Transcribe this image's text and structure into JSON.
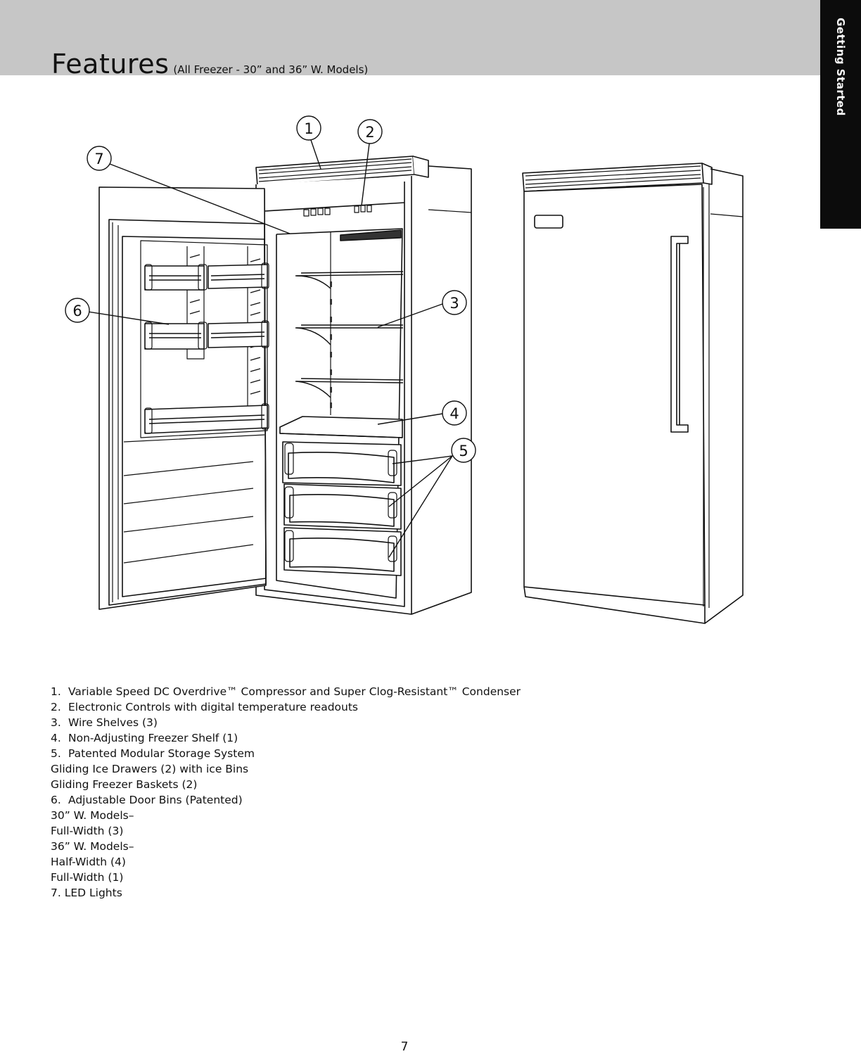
{
  "header": {
    "title": "Features",
    "subtitle": "(All Freezer - 30” and 36” W. Models)"
  },
  "side_tab": {
    "label": "Getting Started"
  },
  "callouts": [
    "1",
    "2",
    "3",
    "4",
    "5",
    "6",
    "7"
  ],
  "features": [
    {
      "num": "1.",
      "text": "Variable Speed DC Overdrive™ Compressor and Super Clog-Resistant™ Condenser"
    },
    {
      "num": "2.",
      "text": "Electronic Controls with digital temperature readouts"
    },
    {
      "num": "3.",
      "text": "Wire Shelves (3)"
    },
    {
      "num": "4.",
      "text": "Non-Adjusting Freezer Shelf (1)"
    },
    {
      "num": "5.",
      "text": "Patented Modular Storage System",
      "sub": [
        "Gliding Ice Drawers (2) with ice Bins",
        "Gliding Freezer Baskets (2)"
      ]
    },
    {
      "num": "6.",
      "text": "Adjustable Door Bins (Patented)",
      "sub": [
        "30” W. Models–",
        "36” W. Models–"
      ],
      "subsub": [
        "Full-Width (3)",
        "Half-Width (4)",
        "Full-Width (1)"
      ]
    },
    {
      "num": "7.",
      "text": "LED Lights"
    }
  ],
  "page_number": "7"
}
